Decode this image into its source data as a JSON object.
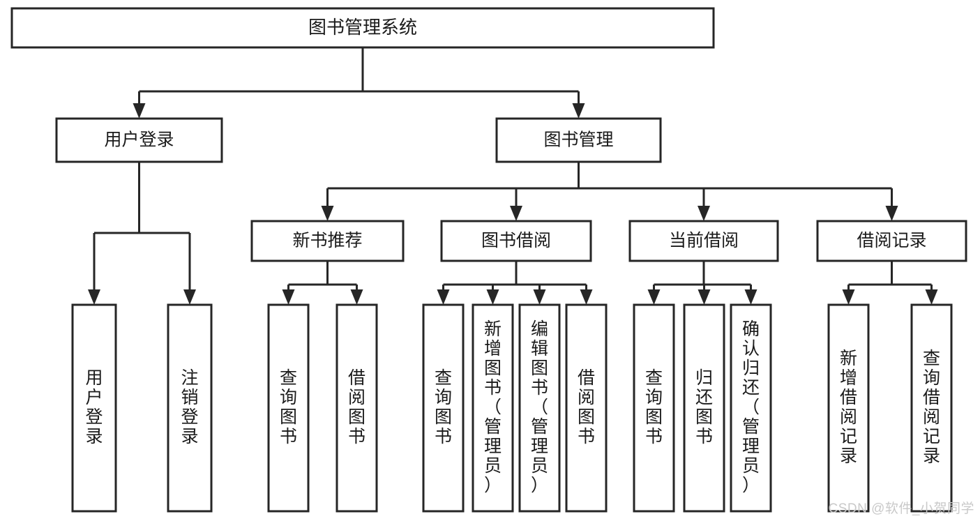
{
  "diagram": {
    "title": "图书管理系统",
    "type": "hierarchy-tree",
    "levels": 4,
    "colors": {
      "box_stroke": "#262626",
      "box_fill": "#ffffff",
      "connector": "#262626",
      "text": "#1a1a1a",
      "watermark": "#c9c9c9"
    },
    "root": {
      "label": "图书管理系统",
      "orientation": "horizontal"
    },
    "level2": [
      {
        "label": "用户登录",
        "orientation": "horizontal"
      },
      {
        "label": "图书管理",
        "orientation": "horizontal"
      }
    ],
    "level3": [
      {
        "label": "新书推荐",
        "orientation": "horizontal",
        "parent": "图书管理"
      },
      {
        "label": "图书借阅",
        "orientation": "horizontal",
        "parent": "图书管理"
      },
      {
        "label": "当前借阅",
        "orientation": "horizontal",
        "parent": "图书管理"
      },
      {
        "label": "借阅记录",
        "orientation": "horizontal",
        "parent": "图书管理"
      }
    ],
    "groups": [
      {
        "parent": "用户登录",
        "leaves": [
          {
            "label": "用户登录",
            "orientation": "vertical"
          },
          {
            "label": "注销登录",
            "orientation": "vertical"
          }
        ]
      },
      {
        "parent": "新书推荐",
        "leaves": [
          {
            "label": "查询图书",
            "orientation": "vertical"
          },
          {
            "label": "借阅图书",
            "orientation": "vertical"
          }
        ]
      },
      {
        "parent": "图书借阅",
        "leaves": [
          {
            "label": "查询图书",
            "orientation": "vertical"
          },
          {
            "label": "新增图书（管理员）",
            "orientation": "vertical"
          },
          {
            "label": "编辑图书（管理员）",
            "orientation": "vertical"
          },
          {
            "label": "借阅图书",
            "orientation": "vertical"
          }
        ]
      },
      {
        "parent": "当前借阅",
        "leaves": [
          {
            "label": "查询图书",
            "orientation": "vertical"
          },
          {
            "label": "归还图书",
            "orientation": "vertical"
          },
          {
            "label": "确认归还（管理员）",
            "orientation": "vertical"
          }
        ]
      },
      {
        "parent": "借阅记录",
        "leaves": [
          {
            "label": "新增借阅记录",
            "orientation": "vertical"
          },
          {
            "label": "查询借阅记录",
            "orientation": "vertical"
          }
        ]
      }
    ]
  },
  "watermark": {
    "text": "CSDN @软件_小贺同学"
  }
}
